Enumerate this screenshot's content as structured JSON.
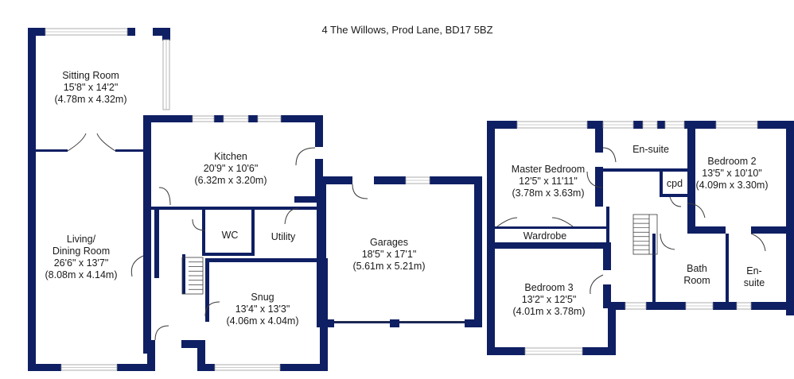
{
  "title": "4 The Willows, Prod Lane, BD17 5BZ",
  "colors": {
    "wall": "#0f1f63",
    "window": "#ffffff",
    "door_line": "#3a3a3a",
    "background": "#ffffff",
    "text": "#1a1a1a"
  },
  "rooms": {
    "sitting_room": {
      "name": "Sitting Room",
      "imperial": "15'8\" x 14'2\"",
      "metric": "(4.78m x 4.32m)"
    },
    "living_dining": {
      "name": "Living/",
      "name2": "Dining Room",
      "imperial": "26'6\" x 13'7\"",
      "metric": "(8.08m x 4.14m)"
    },
    "kitchen": {
      "name": "Kitchen",
      "imperial": "20'9\" x 10'6\"",
      "metric": "(6.32m x 3.20m)"
    },
    "wc": {
      "name": "WC"
    },
    "utility": {
      "name": "Utility"
    },
    "snug": {
      "name": "Snug",
      "imperial": "13'4\" x 13'3\"",
      "metric": "(4.06m x 4.04m)"
    },
    "garages": {
      "name": "Garages",
      "imperial": "18'5\" x 17'1\"",
      "metric": "(5.61m x 5.21m)"
    },
    "master_bedroom": {
      "name": "Master Bedroom",
      "imperial": "12'5\" x 11'11\"",
      "metric": "(3.78m x 3.63m)"
    },
    "wardrobe": {
      "name": "Wardrobe"
    },
    "ensuite_1": {
      "name": "En-suite"
    },
    "cpd": {
      "name": "cpd"
    },
    "bedroom_2": {
      "name": "Bedroom 2",
      "imperial": "13'5\" x 10'10\"",
      "metric": "(4.09m x 3.30m)"
    },
    "bedroom_3": {
      "name": "Bedroom 3",
      "imperial": "13'2\" x 12'5\"",
      "metric": "(4.01m x 3.78m)"
    },
    "bath_room": {
      "name": "Bath",
      "name2": "Room"
    },
    "ensuite_2": {
      "name": "En-",
      "name2": "suite"
    }
  }
}
